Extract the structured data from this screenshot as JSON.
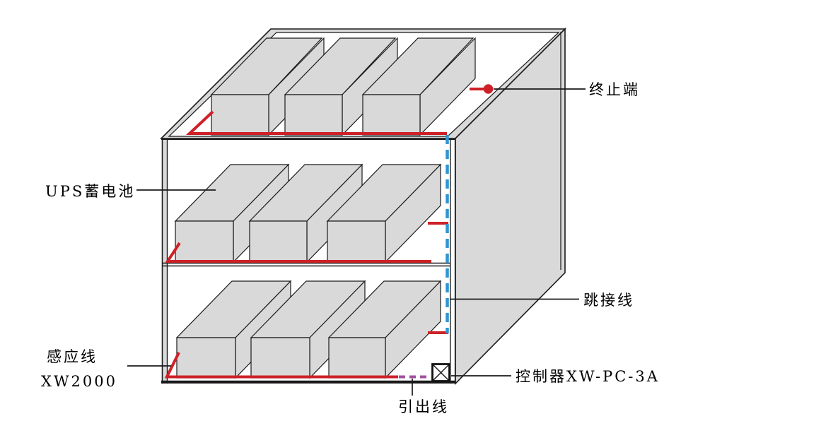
{
  "diagram": {
    "labels": {
      "terminator": "终止端",
      "ups_battery": "UPS蓄电池",
      "sensor_wire_line1": "感应线",
      "sensor_wire_line2": "XW2000",
      "jumper_wire": "跳接线",
      "controller": "控制器XW-PC-3A",
      "lead_out_wire": "引出线"
    },
    "colors": {
      "sensor_wire": "#ce2127",
      "jumper_wire": "#2f96d2",
      "lead_out_wire": "#a0519e",
      "cabinet_fill": "#d9d9d9",
      "outline": "#1a1a1a"
    }
  }
}
